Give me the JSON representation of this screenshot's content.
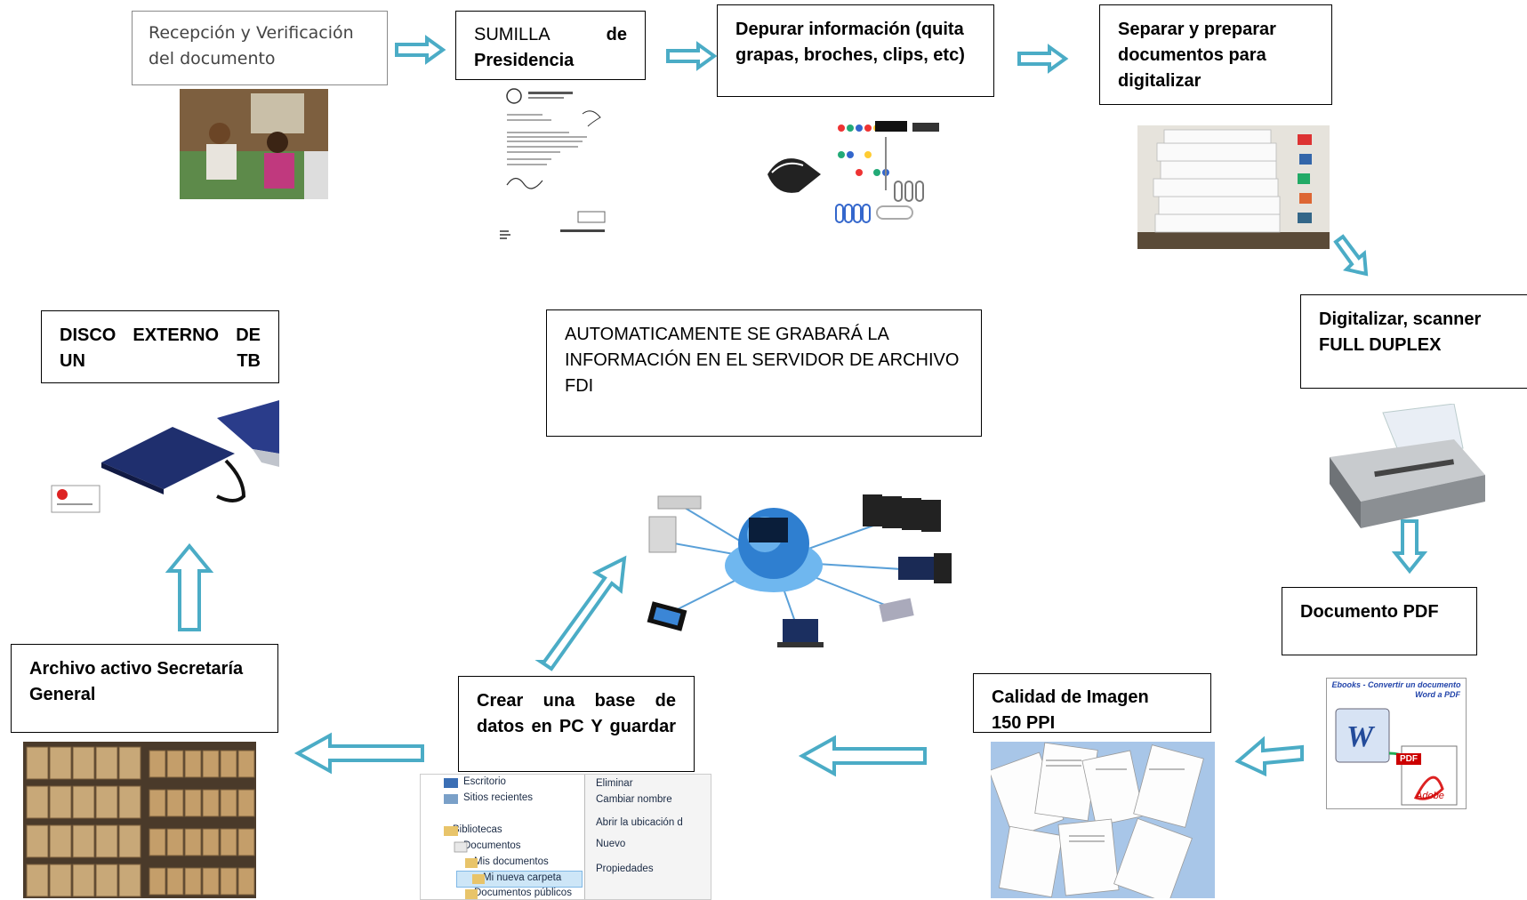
{
  "steps": {
    "recepcion": "Recepción y Verificación del documento",
    "sumilla_a": "SUMILLA",
    "sumilla_b": "de",
    "sumilla_c": "Presidencia",
    "depurar": "Depurar información (quita grapas, broches, clips, etc)",
    "separar": "Separar y preparar documentos para digitalizar",
    "digitalizar_a": "Digitalizar, scanner",
    "digitalizar_b": "FULL DUPLEX",
    "pdf": "Documento PDF",
    "calidad_a": "Calidad de Imagen",
    "calidad_b": "150 PPI",
    "crear": "Crear una base de datos en PC Y guardar",
    "archivo": "Archivo activo Secretaría General",
    "disco": "DISCO EXTERNO DE UN TB",
    "auto": "AUTOMATICAMENTE SE GRABARÁ LA INFORMACIÓN EN EL SERVIDOR DE ARCHIVO FDI"
  },
  "image_text": {
    "ebooks_a": "Ebooks - Convertir un documento",
    "ebooks_b": "Word a PDF",
    "pdf_tag": "PDF",
    "adobe": "Adobe",
    "explorer_left": [
      "Escritorio",
      "Sitios recientes",
      "Bibliotecas",
      "Documentos",
      "Mis documentos",
      "Mi nueva carpeta",
      "Documentos públicos"
    ],
    "explorer_menu": [
      "Eliminar",
      "Cambiar nombre",
      "Abrir la ubicación d",
      "Nuevo",
      "Propiedades"
    ]
  },
  "colors": {
    "arrow": "#4bacc6",
    "box_border": "#000000"
  }
}
